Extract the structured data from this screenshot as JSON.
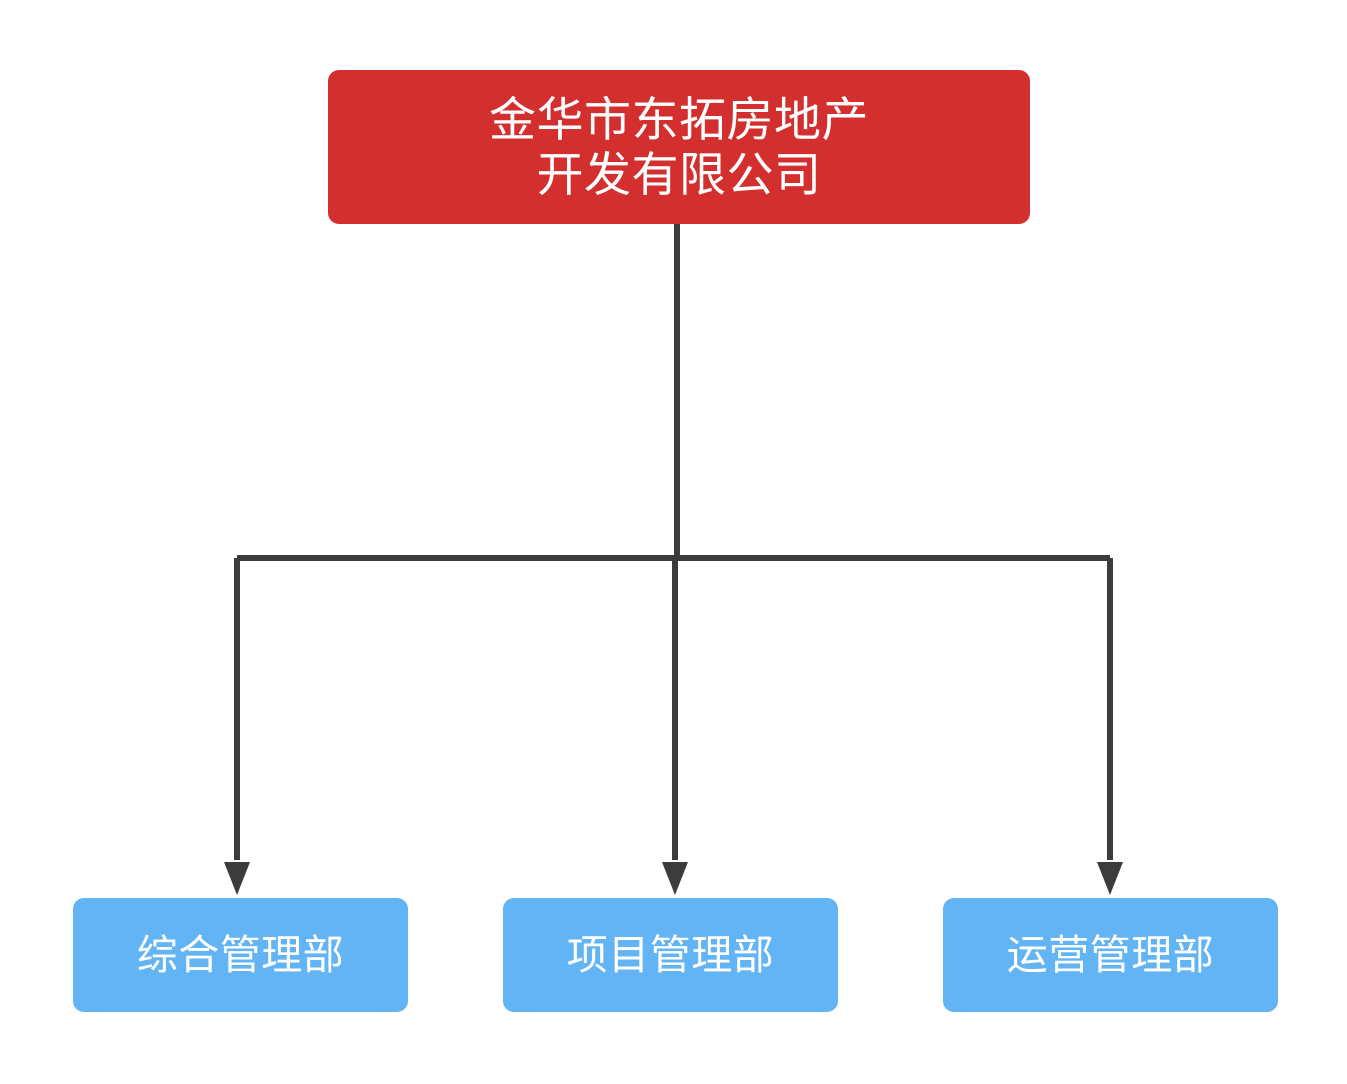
{
  "diagram": {
    "type": "organizational-chart",
    "orientation": "top-down",
    "background_color": "#ffffff",
    "root": {
      "id": "root",
      "label": "金华市东拓房地产\n开发有限公司",
      "line1": "金华市东拓房地产",
      "line2": "开发有限公司",
      "fill_color": "#d32f2f",
      "text_color": "#ffffff"
    },
    "children": [
      {
        "id": "dept-comprehensive-management",
        "label": "综合管理部",
        "fill_color": "#62b4f5",
        "text_color": "#ffffff"
      },
      {
        "id": "dept-project-management",
        "label": "项目管理部",
        "fill_color": "#62b4f5",
        "text_color": "#ffffff"
      },
      {
        "id": "dept-operations-management",
        "label": "运营管理部",
        "fill_color": "#62b4f5",
        "text_color": "#ffffff"
      }
    ],
    "connectors": {
      "line_color": "#3c3c3c",
      "line_width": 6,
      "arrow_head": "filled-triangle",
      "edges": [
        {
          "from": "root",
          "to": "dept-comprehensive-management"
        },
        {
          "from": "root",
          "to": "dept-project-management"
        },
        {
          "from": "root",
          "to": "dept-operations-management"
        }
      ]
    }
  }
}
